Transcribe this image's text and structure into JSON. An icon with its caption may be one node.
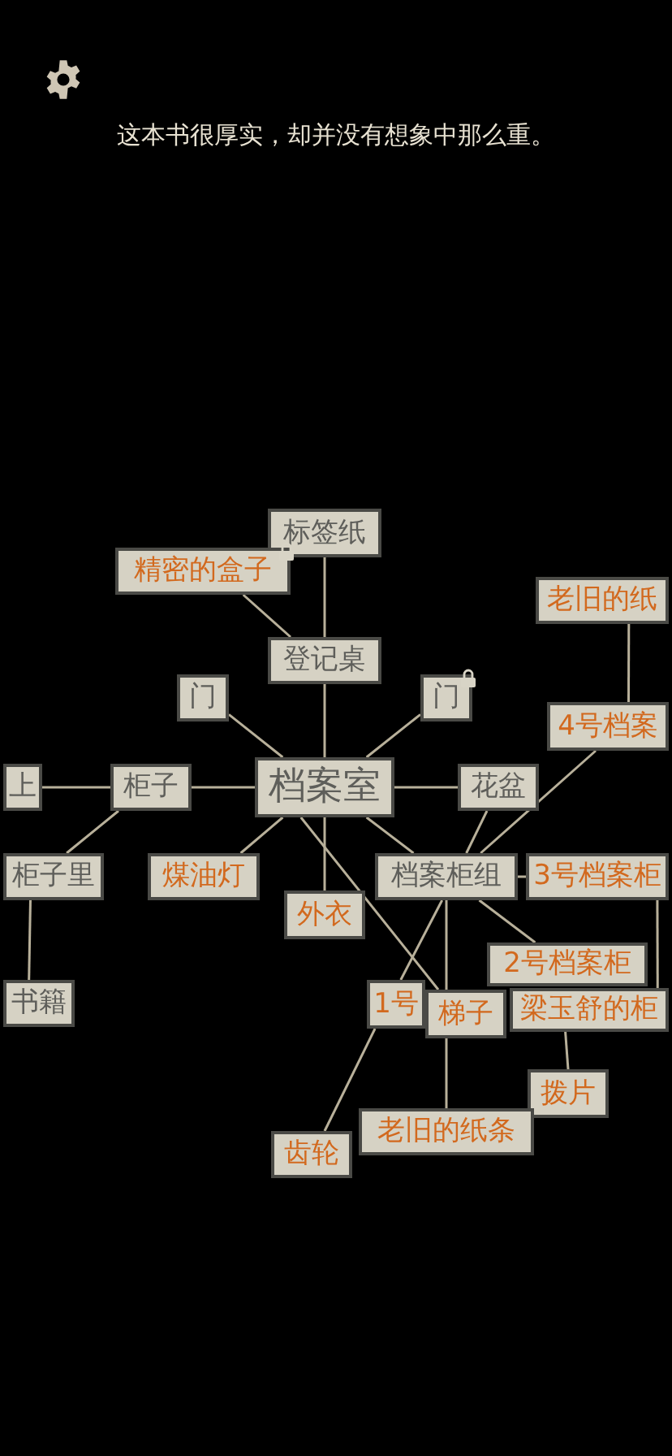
{
  "diagram": {
    "nodes": [
      {
        "text": [
          "标签纸"
        ]
      },
      {
        "text": [
          "精密的盒子"
        ]
      },
      {
        "text": [
          "老旧的纸"
        ]
      },
      {
        "text": [
          "登记桌"
        ]
      },
      {
        "text": [
          "门"
        ]
      },
      {
        "text": [
          "门"
        ]
      },
      {
        "text": [
          "4号档案"
        ]
      },
      {
        "text": [
          "上"
        ]
      },
      {
        "text": [
          "柜子"
        ]
      },
      {
        "text": [
          "档案室"
        ]
      },
      {
        "text": [
          "花盆"
        ]
      },
      {
        "text": [
          "柜子里"
        ]
      },
      {
        "text": [
          "煤油灯"
        ]
      },
      {
        "text": [
          "档案柜组"
        ]
      },
      {
        "text": [
          "3号档案柜"
        ]
      },
      {
        "text": [
          "外衣"
        ]
      },
      {
        "text": [
          "书籍"
        ]
      },
      {
        "text": [
          "2号档案柜"
        ]
      },
      {
        "text": [
          "1号"
        ]
      },
      {
        "text": [
          "梯子"
        ]
      },
      {
        "text": [
          "梁玉舒的柜"
        ]
      },
      {
        "text": [
          "拨片"
        ]
      },
      {
        "text": [
          "老旧的纸条"
        ]
      },
      {
        "text": [
          "齿轮"
        ]
      }
    ],
    "edges": [
      {
        "from": 0,
        "to": 3,
        "arrow": "none"
      },
      {
        "from": 1,
        "to": 3,
        "arrow": "none"
      },
      {
        "from": 3,
        "to": 9,
        "arrow": "none"
      },
      {
        "from": 4,
        "to": 9,
        "arrow": "none"
      },
      {
        "from": 5,
        "to": 9,
        "arrow": "none"
      },
      {
        "from": 9,
        "to": 10,
        "arrow": "none"
      },
      {
        "from": 8,
        "to": 9,
        "arrow": "none"
      },
      {
        "from": 7,
        "to": 8,
        "arrow": "none"
      },
      {
        "from": 8,
        "to": 11,
        "arrow": "none"
      },
      {
        "from": 11,
        "to": 16,
        "arrow": "none"
      },
      {
        "from": 9,
        "to": 12,
        "arrow": "none"
      },
      {
        "from": 9,
        "to": 15,
        "arrow": "none"
      },
      {
        "from": 9,
        "to": 13,
        "arrow": "none"
      },
      {
        "from": 9,
        "to": 19,
        "arrow": "none"
      },
      {
        "from": 10,
        "to": 13,
        "arrow": "none"
      },
      {
        "from": 6,
        "to": 13,
        "arrow": "none"
      },
      {
        "from": 2,
        "to": 6,
        "arrow": "none"
      },
      {
        "from": 13,
        "to": 14,
        "arrow": "none"
      },
      {
        "from": 13,
        "to": 17,
        "arrow": "none"
      },
      {
        "from": 13,
        "to": 18,
        "arrow": "none"
      },
      {
        "from": 18,
        "to": 23,
        "arrow": "none"
      },
      {
        "from": 13,
        "to": 19,
        "arrow": "none"
      },
      {
        "from": 19,
        "to": 22,
        "arrow": "none"
      },
      {
        "from": 14,
        "to": 20,
        "arrow": "none"
      },
      {
        "from": 20,
        "to": 21,
        "arrow": "none"
      }
    ],
    "labels": [
      "这本书很厚实，却并没有想象中那么重。"
    ]
  }
}
